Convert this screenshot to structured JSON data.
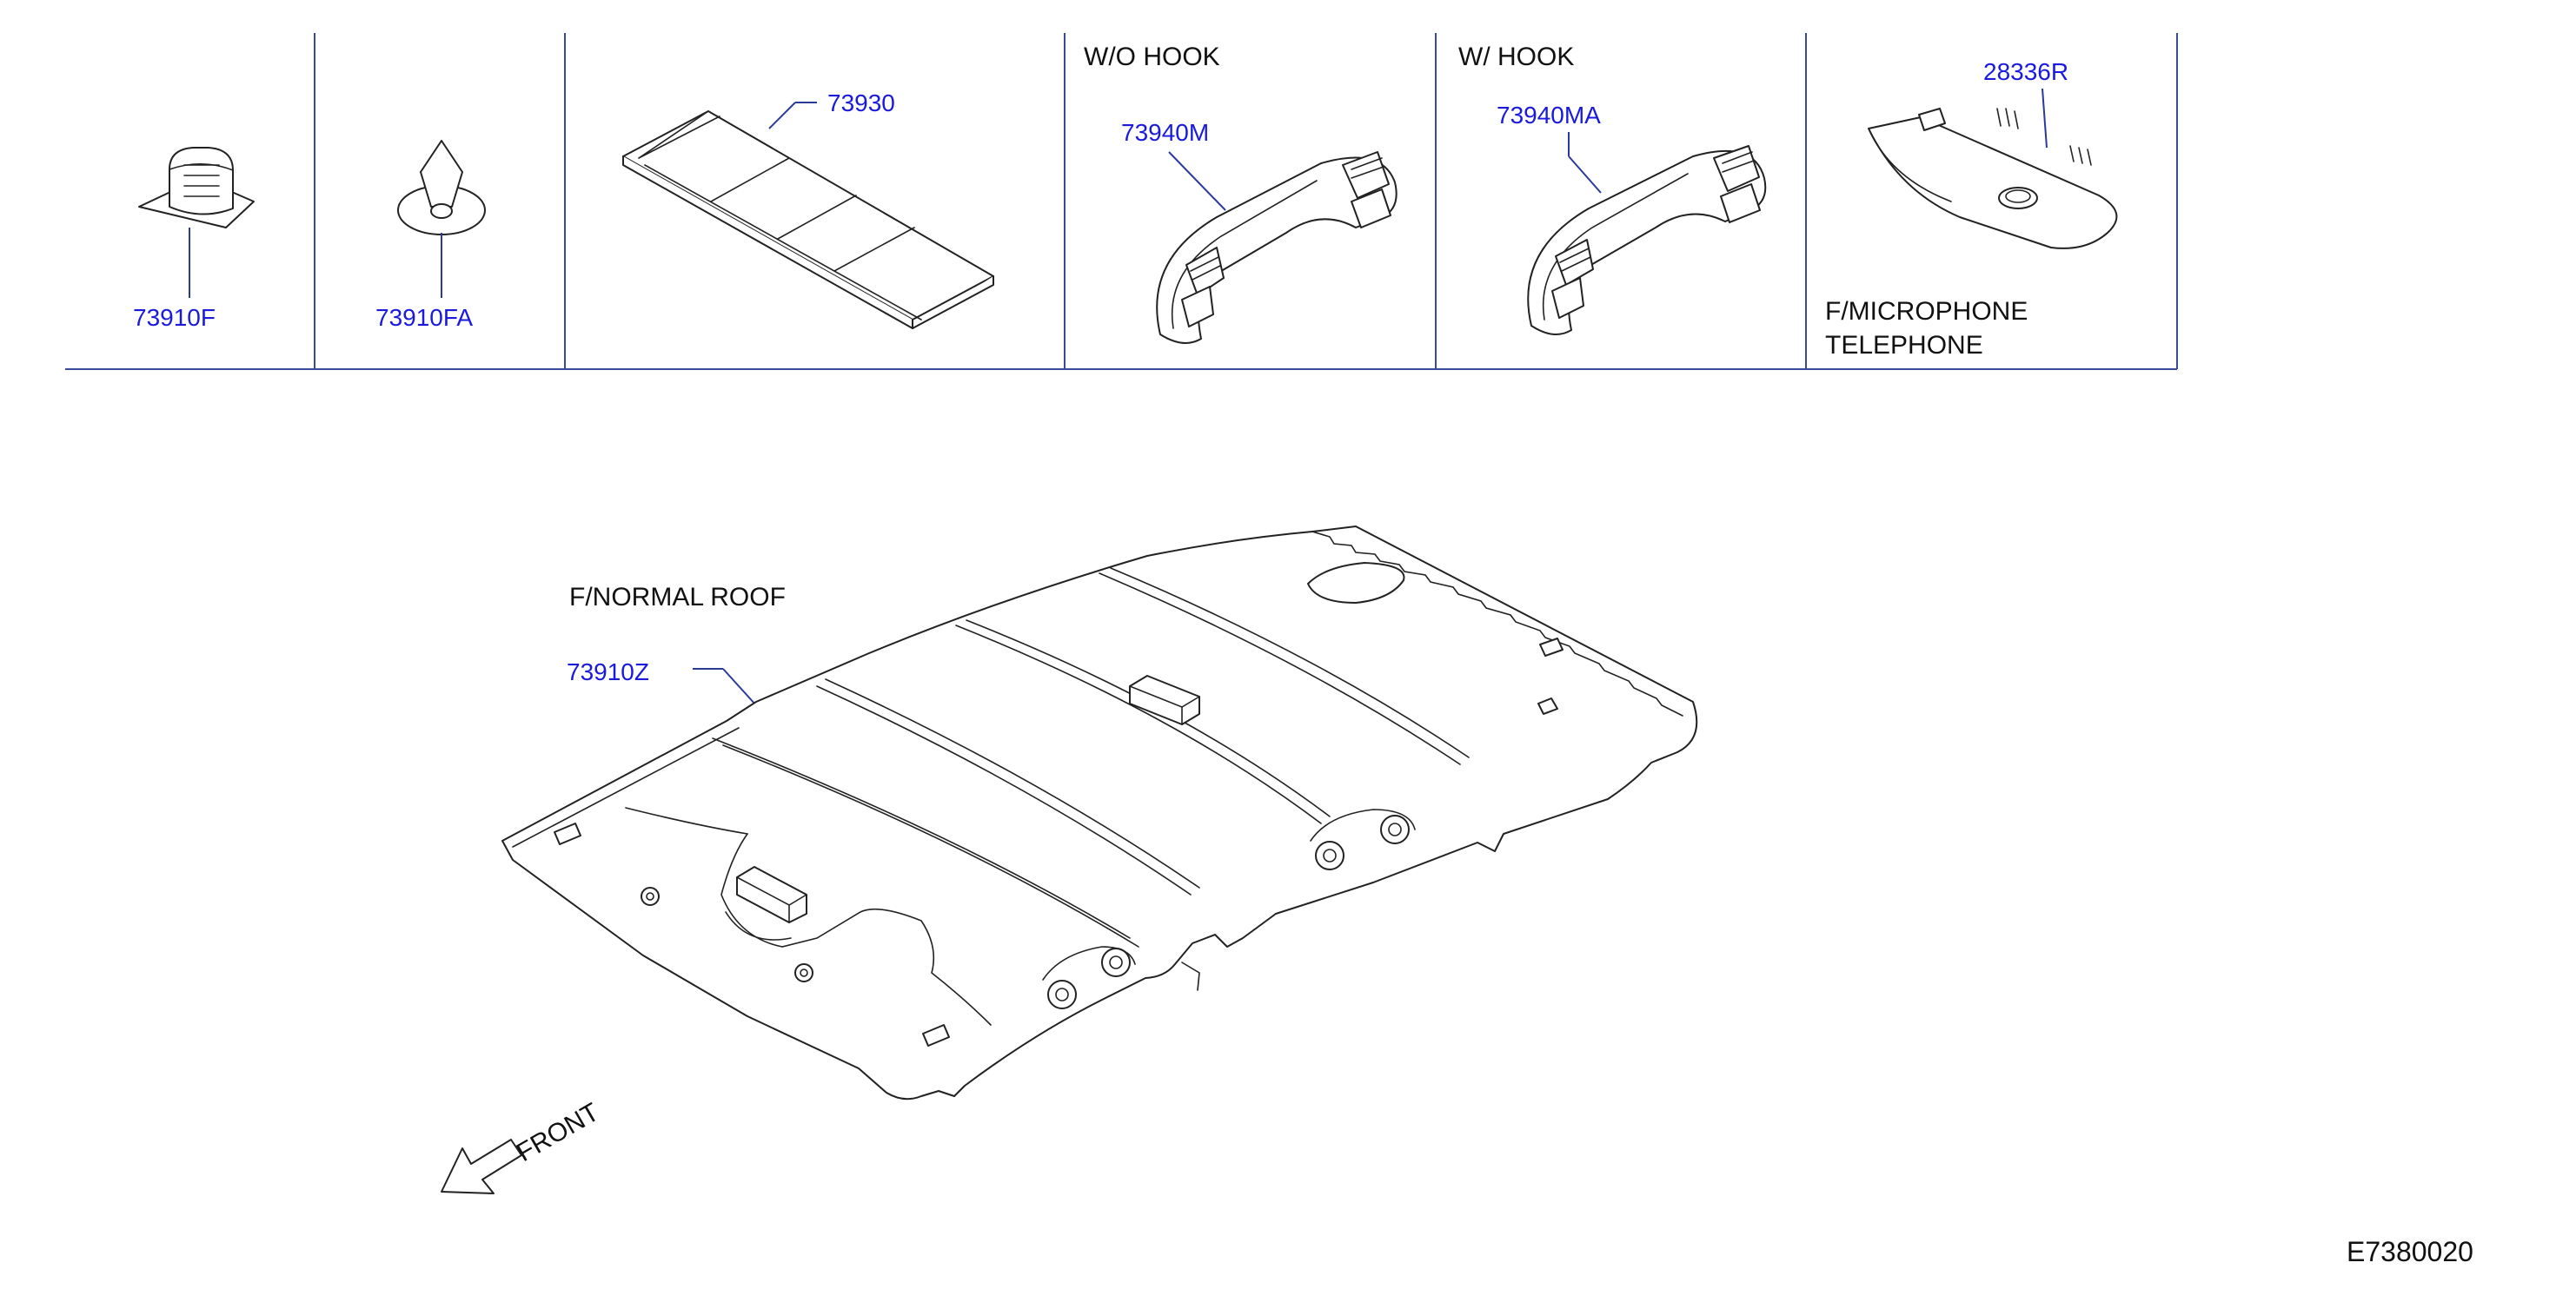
{
  "parts": {
    "clip_f": "73910F",
    "clip_fa": "73910FA",
    "pad": "73930",
    "grip_m": "73940M",
    "grip_ma": "73940MA",
    "mic_cover": "28336R",
    "headlining": "73910Z"
  },
  "labels": {
    "wo_hook": "W/O   HOOK",
    "w_hook": "W/   HOOK",
    "mic_line1": "F/MICROPHONE",
    "mic_line2": "TELEPHONE",
    "normal_roof": "F/NORMAL   ROOF",
    "front": "FRONT"
  },
  "diagram_code": "E7380020",
  "colors": {
    "part_number": "#1a1adc",
    "frame": "#3a4a9a",
    "text": "#111111"
  }
}
